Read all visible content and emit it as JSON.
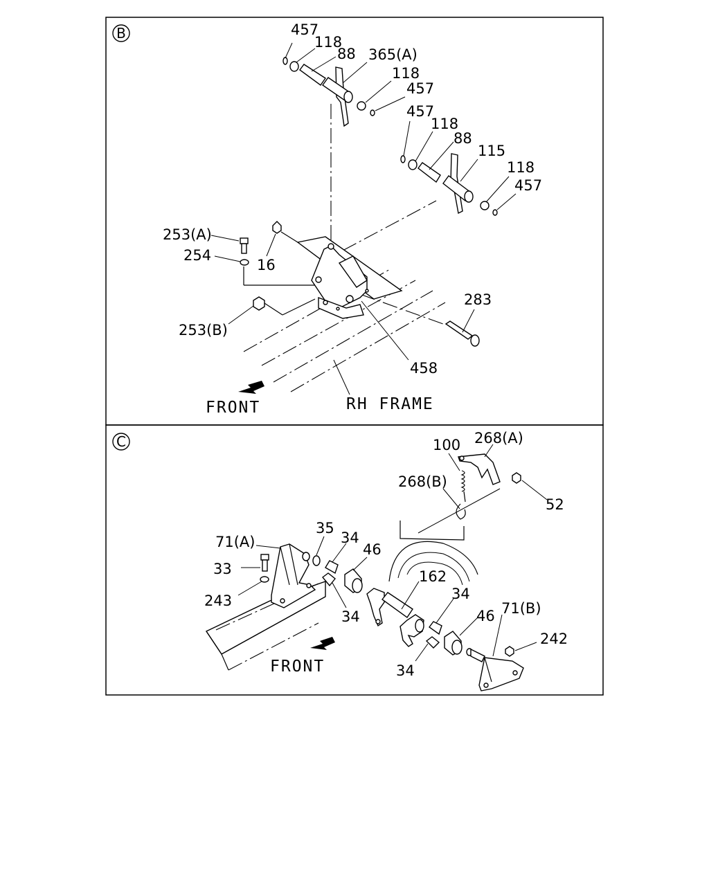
{
  "panels": [
    {
      "id": "B",
      "marker": "B",
      "labels": [
        "457",
        "118",
        "88",
        "365(A)",
        "118",
        "457",
        "457",
        "118",
        "88",
        "115",
        "118",
        "457",
        "253(A)",
        "254",
        "16",
        "253(B)",
        "283",
        "458"
      ],
      "front_text": "FRONT",
      "frame_text": "RH FRAME"
    },
    {
      "id": "C",
      "marker": "C",
      "labels": [
        "100",
        "268(A)",
        "268(B)",
        "52",
        "35",
        "34",
        "46",
        "71(A)",
        "33",
        "243",
        "162",
        "34",
        "34",
        "46",
        "71(B)",
        "242",
        "34"
      ],
      "front_text": "FRONT"
    }
  ]
}
